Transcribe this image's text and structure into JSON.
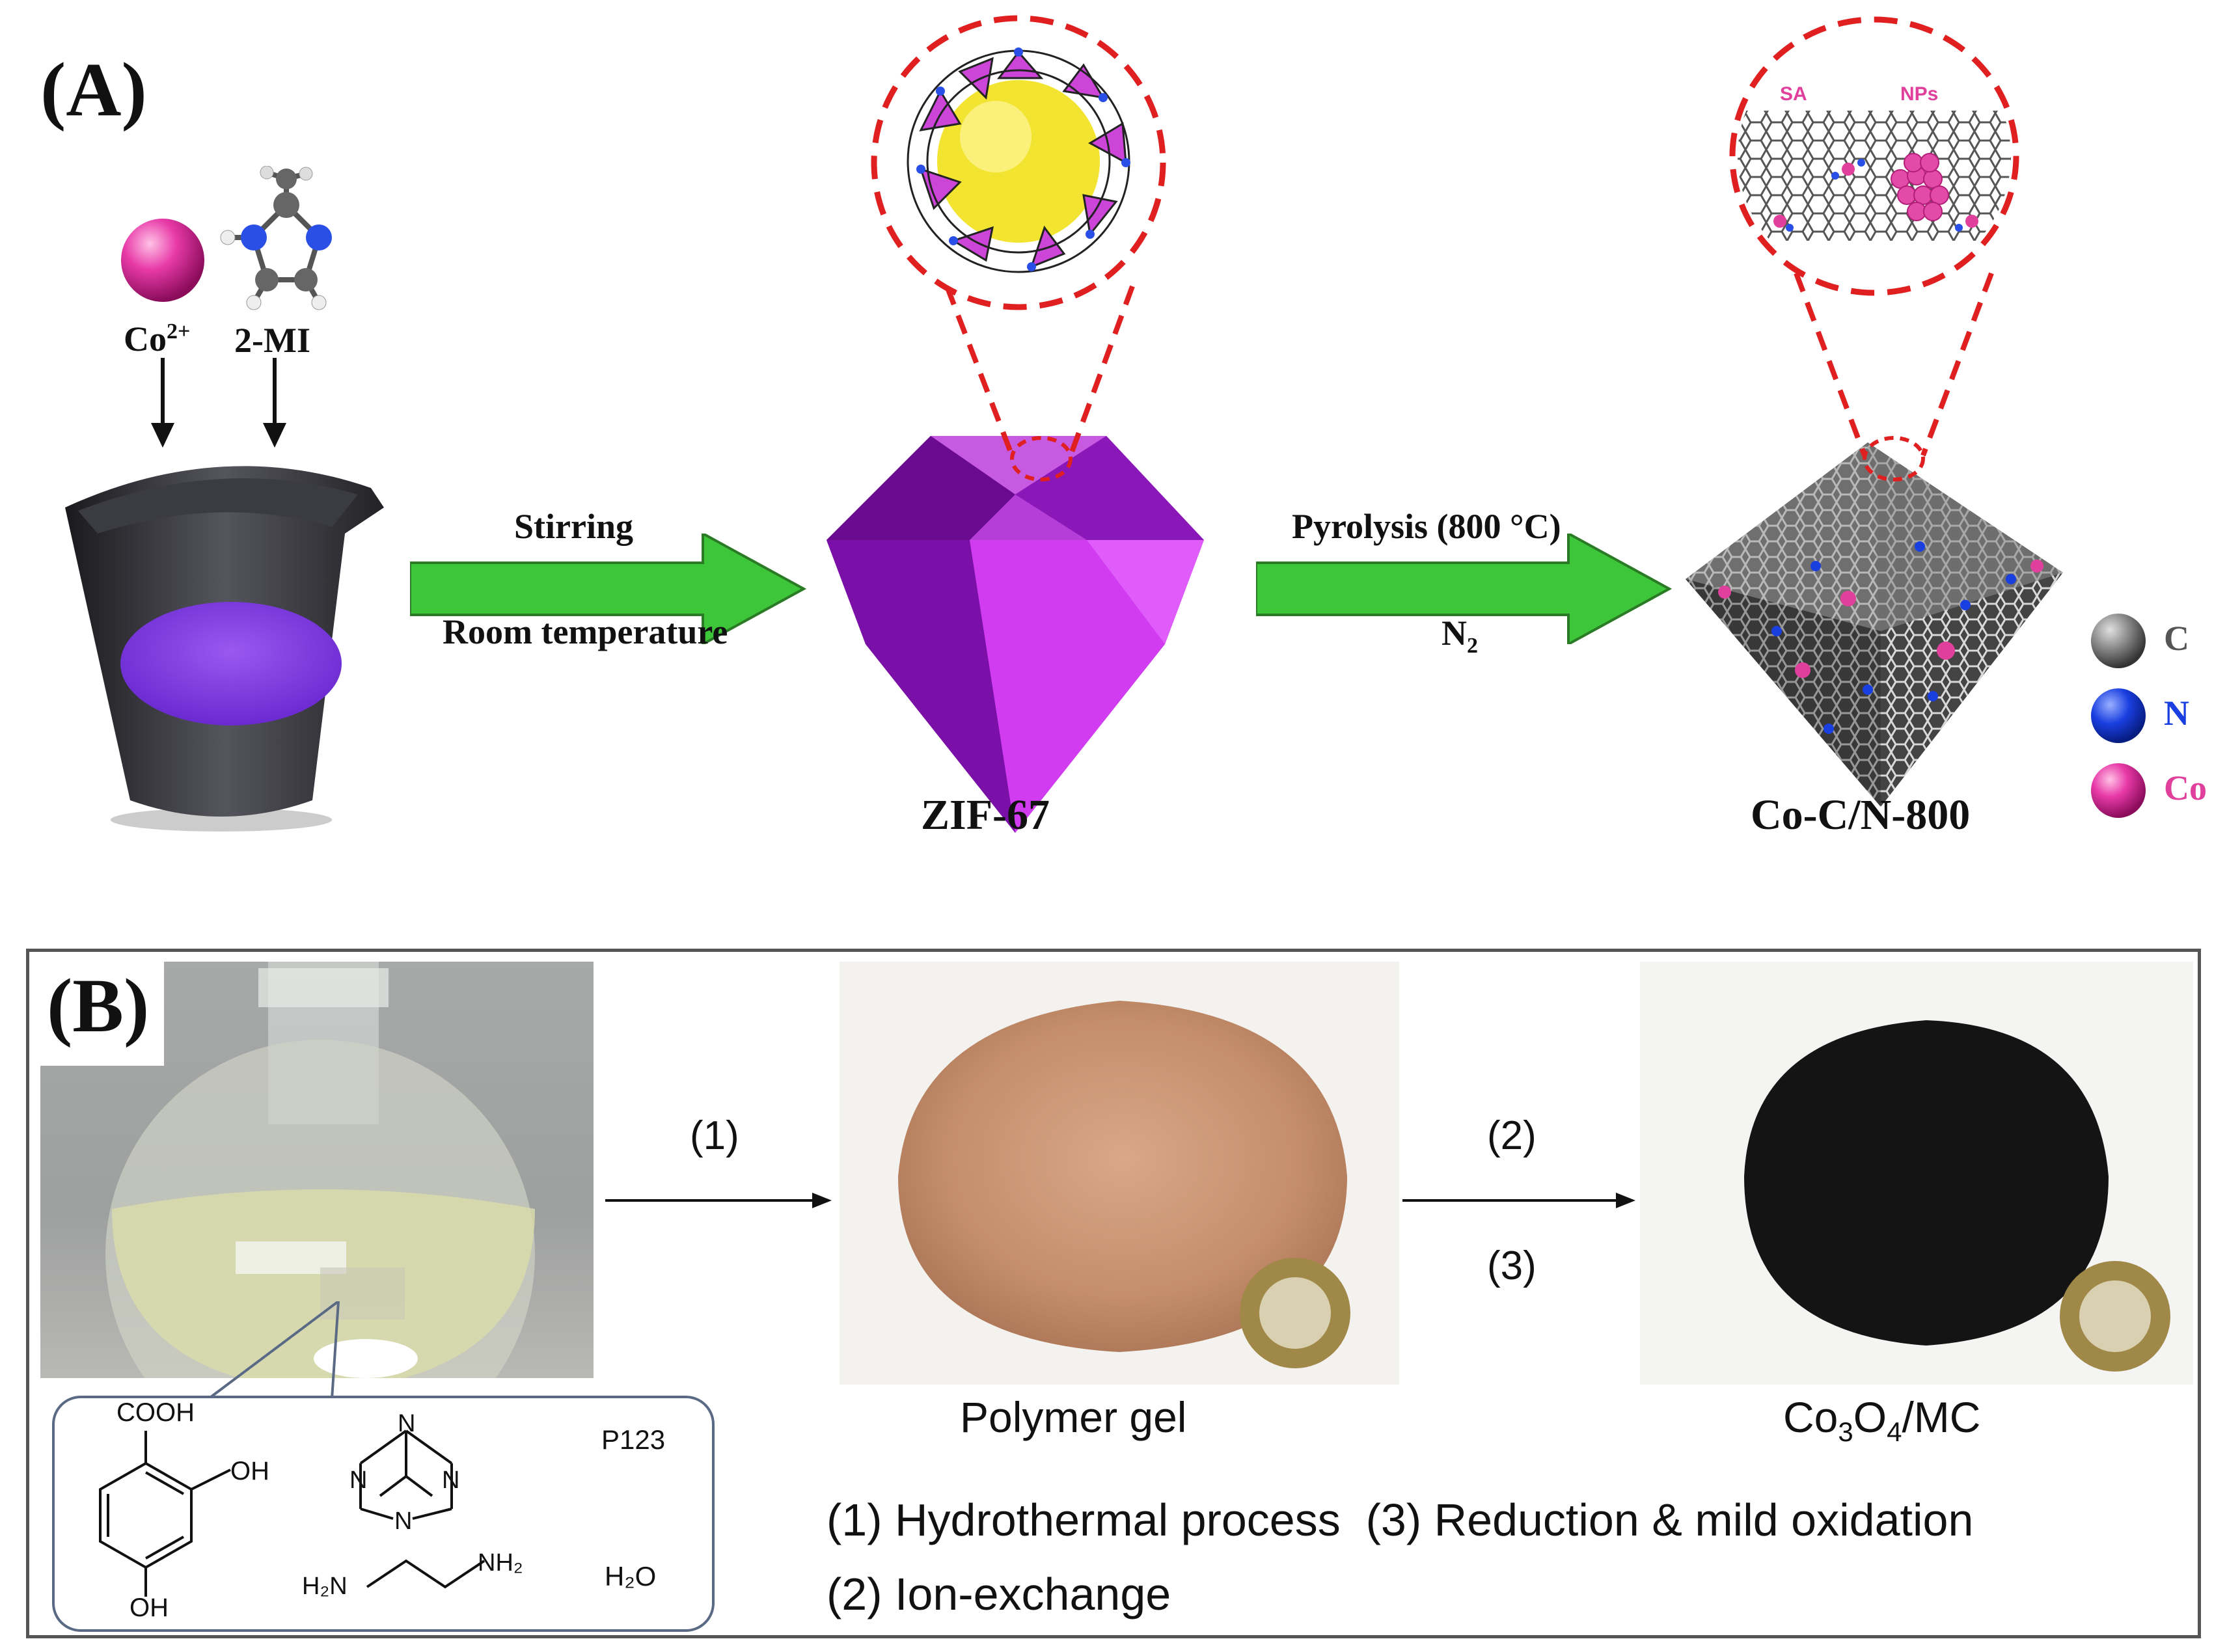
{
  "panel_a": {
    "label": "(A)",
    "reactant_co": "Co",
    "reactant_co_sup": "2+",
    "reactant_mi": "2-MI",
    "arrow1_top": "Stirring",
    "arrow1_bottom": "Room temperature",
    "intermediate": "ZIF-67",
    "arrow2_top": "Pyrolysis (800 °C)",
    "arrow2_bottom_main": "N",
    "arrow2_bottom_sub": "2",
    "product": "Co-C/N-800",
    "zoom_sa": "SA",
    "zoom_nps": "NPs",
    "legend": [
      {
        "label": "C",
        "color": "#777777",
        "text_color": "#555555"
      },
      {
        "label": "N",
        "color": "#1a3fe0",
        "text_color": "#1a3fe0"
      },
      {
        "label": "Co",
        "color": "#e0409c",
        "text_color": "#e0409c"
      }
    ]
  },
  "panel_b": {
    "label": "(B)",
    "step1": "(1)",
    "step2": "(2)",
    "step3": "(3)",
    "product1": "Polymer gel",
    "product2_a": "Co",
    "product2_sub1": "3",
    "product2_b": "O",
    "product2_sub2": "4",
    "product2_c": "/MC",
    "chem_cooh": "COOH",
    "chem_oh1": "OH",
    "chem_oh2": "OH",
    "chem_p123": "P123",
    "chem_h2o": "H₂O",
    "chem_h2n": "H₂N",
    "chem_nh2": "NH₂",
    "chem_n": "N",
    "legend_line1": "(1) Hydrothermal process  (3) Reduction & mild oxidation",
    "legend_line2": "(2) Ion-exchange"
  },
  "colors": {
    "arrow_green": "#3ec63a",
    "zif_purple": "#a020c8",
    "dashed_red": "#e02020",
    "cobalt_pink": "#e0409c"
  }
}
